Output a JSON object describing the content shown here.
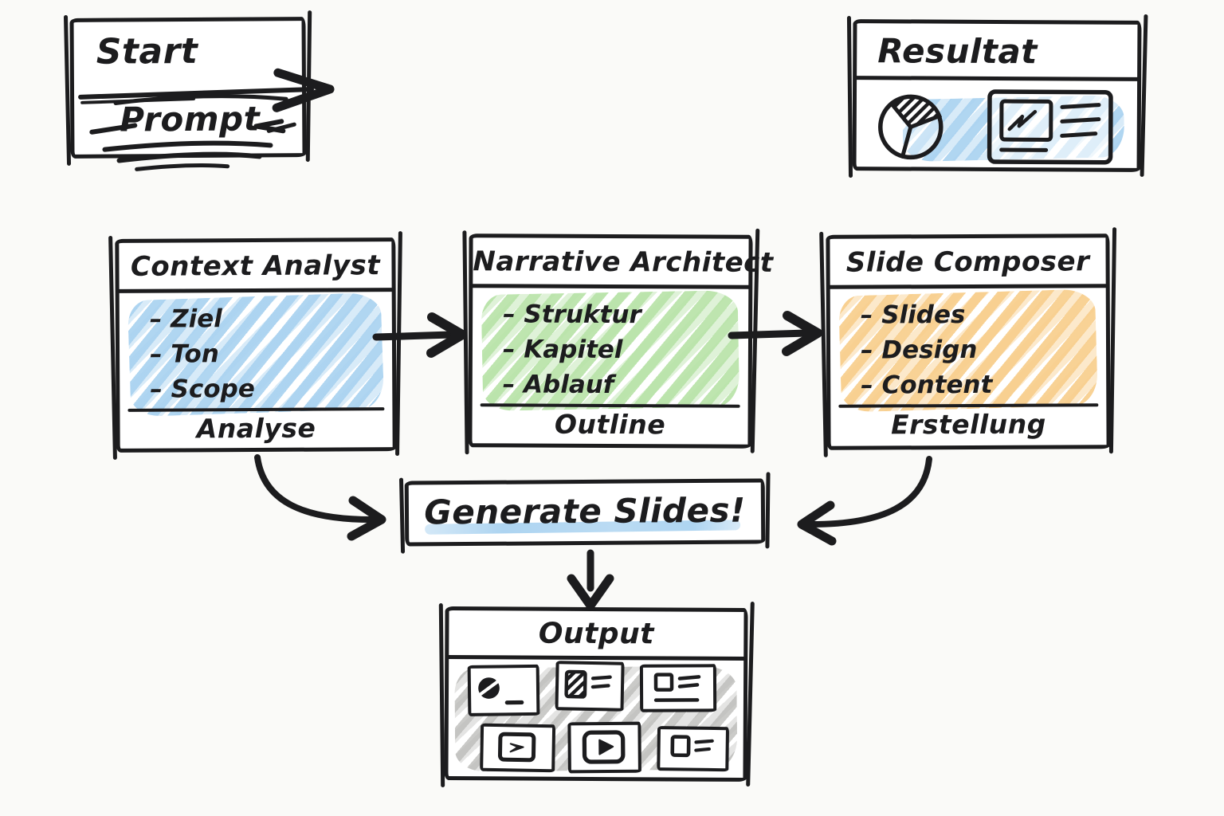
{
  "colors": {
    "ink": "#1c1c1e",
    "marker_blue": "#a9d2f0",
    "marker_green": "#b8e3a8",
    "marker_orange": "#f8ce8c",
    "marker_gray": "#c9c9c7",
    "background": "#fafaf8"
  },
  "start_box": {
    "title": "Start",
    "prompt_label": "Prompt"
  },
  "result_box": {
    "title": "Resultat",
    "icons": [
      "pie-chart",
      "slide-preview"
    ]
  },
  "agents": [
    {
      "title": "Context Analyst",
      "items": [
        "– Ziel",
        "– Ton",
        "– Scope"
      ],
      "footer": "Analyse",
      "marker": "blue"
    },
    {
      "title": "Narrative Architect",
      "items": [
        "– Struktur",
        "– Kapitel",
        "– Ablauf"
      ],
      "footer": "Outline",
      "marker": "green"
    },
    {
      "title": "Slide Composer",
      "items": [
        "– Slides",
        "– Design",
        "– Content"
      ],
      "footer": "Erstellung",
      "marker": "orange"
    }
  ],
  "generate_box": {
    "label": "Generate Slides!"
  },
  "output_box": {
    "title": "Output",
    "thumbnails": [
      "donut-chart-slide",
      "image-text-slide",
      "title-text-slide",
      "arrow-frame-slide",
      "video-play-slide",
      "box-text-slide"
    ]
  }
}
